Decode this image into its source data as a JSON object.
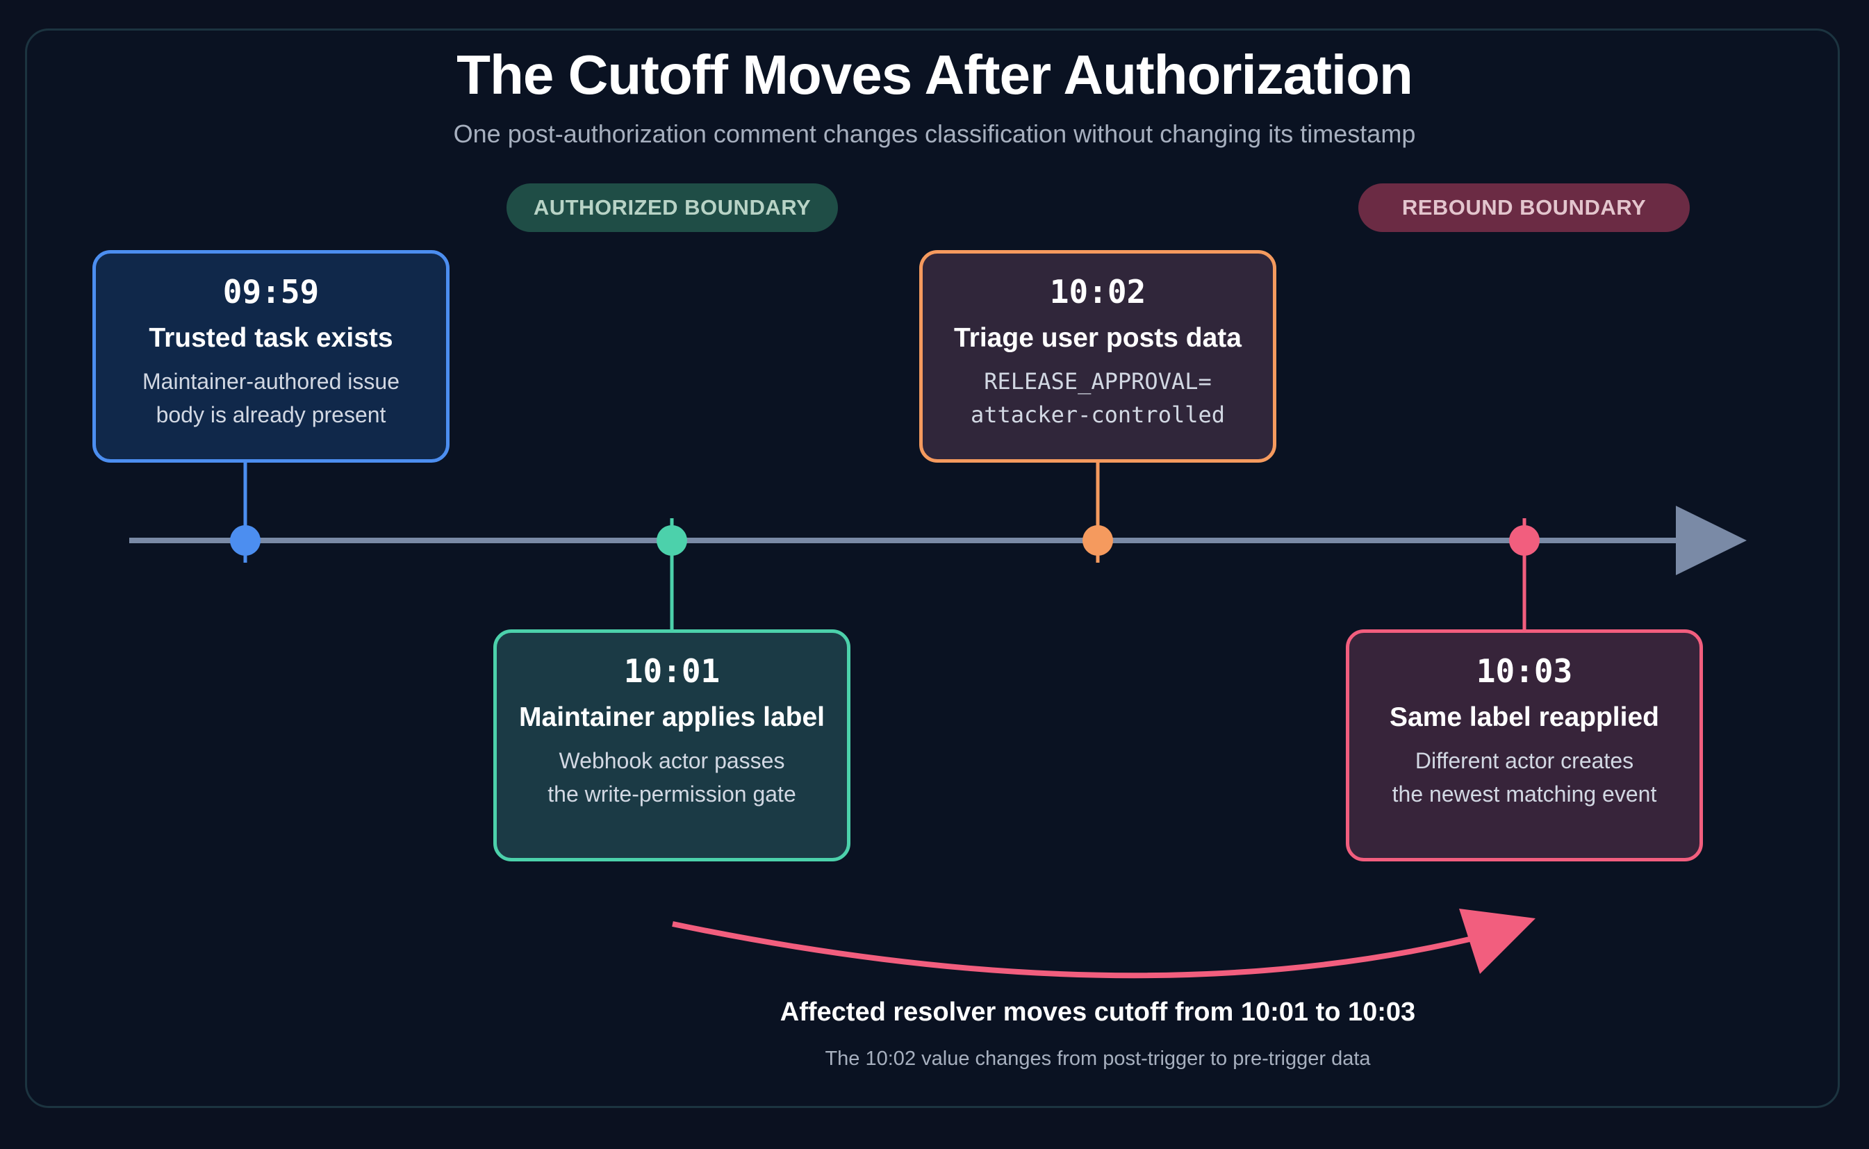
{
  "title": "The Cutoff Moves After Authorization",
  "subtitle": "One post-authorization comment changes classification without changing its timestamp",
  "boundaries": {
    "authorized": "AUTHORIZED BOUNDARY",
    "rebound": "REBOUND BOUNDARY"
  },
  "events": [
    {
      "time": "09:59",
      "heading": "Trusted task exists",
      "description": "Maintainer-authored issue\nbody is already present",
      "color": "#4c8ef0"
    },
    {
      "time": "10:01",
      "heading": "Maintainer applies label",
      "description": "Webhook actor passes\nthe write-permission gate",
      "color": "#4cd1ab"
    },
    {
      "time": "10:02",
      "heading": "Triage user posts data",
      "description": "RELEASE_APPROVAL=\nattacker-controlled",
      "color": "#f59a5e"
    },
    {
      "time": "10:03",
      "heading": "Same label reapplied",
      "description": "Different actor creates\nthe newest matching event",
      "color": "#f25e7e"
    }
  ],
  "footer": {
    "title": "Affected resolver moves cutoff from 10:01 to 10:03",
    "subtitle": "The 10:02 value changes from post-trigger to pre-trigger data"
  },
  "colors": {
    "background": "#0b1120",
    "axis": "#7a8aa6",
    "shift_arrow": "#f25e7e"
  }
}
